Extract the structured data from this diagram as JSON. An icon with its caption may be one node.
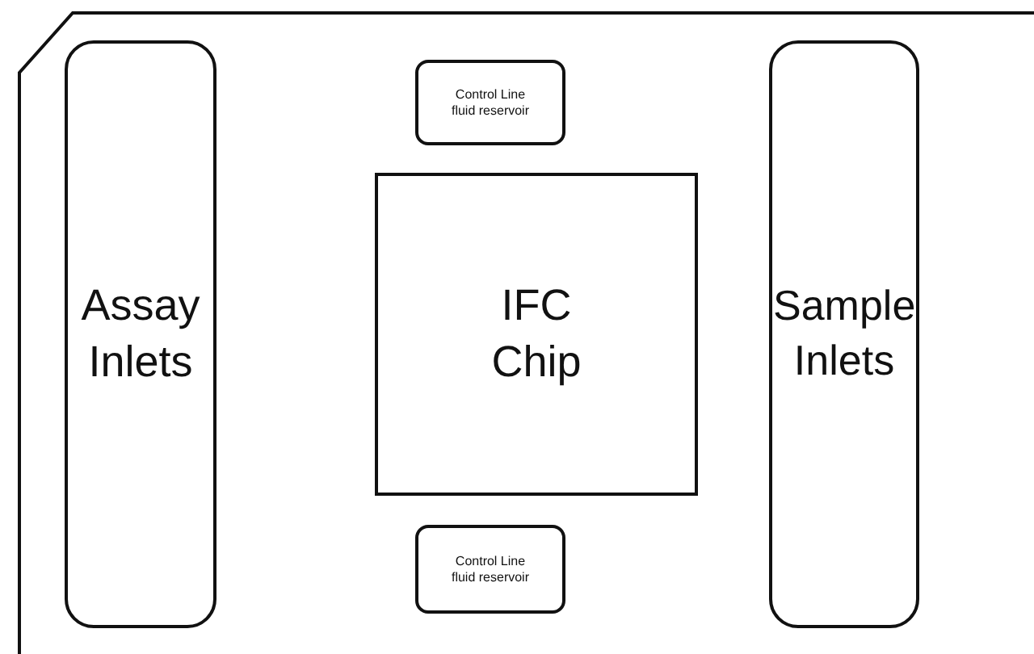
{
  "diagram": {
    "nodes": [
      {
        "text": [],
        "shape": "box"
      },
      {
        "text": [
          "Assay Inlets"
        ],
        "in": 0
      },
      {
        "text": [
          "Control Line fluid reservoir"
        ],
        "in": 0
      },
      {
        "text": [
          "IFC Chip"
        ],
        "in": 0
      },
      {
        "text": [
          "Control Line fluid reservoir"
        ],
        "in": 0
      },
      {
        "text": [
          "Sample Inlets"
        ],
        "in": 0
      }
    ]
  }
}
